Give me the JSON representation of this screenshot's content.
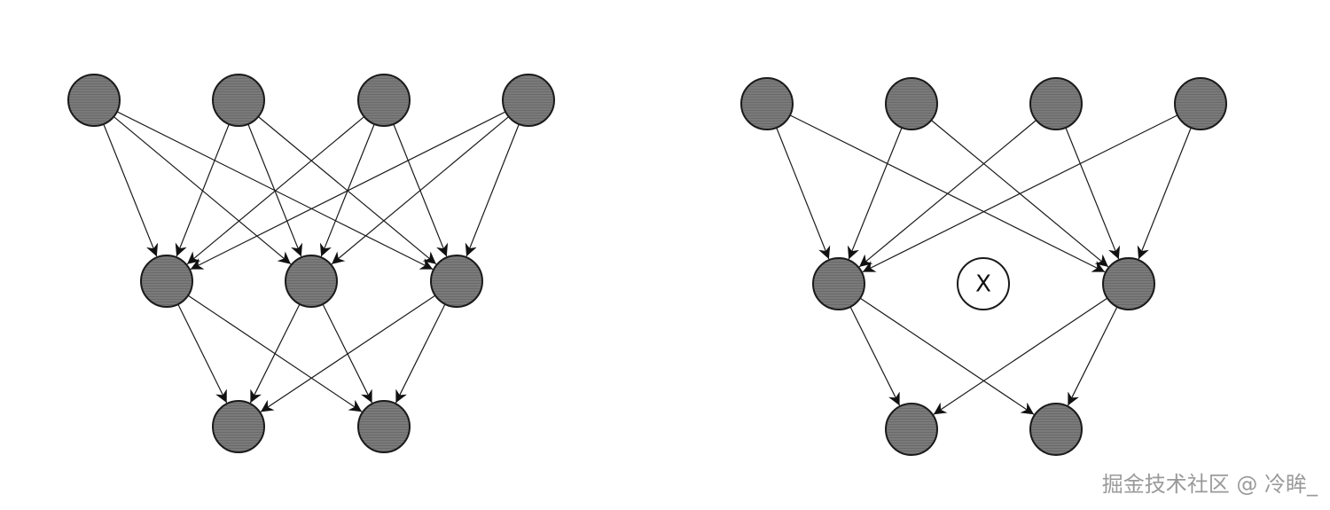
{
  "diagrams": [
    {
      "id": "full-network",
      "layers": [
        [
          {
            "id": "in1"
          },
          {
            "id": "in2"
          },
          {
            "id": "in3"
          },
          {
            "id": "in4"
          }
        ],
        [
          {
            "id": "h1"
          },
          {
            "id": "h2"
          },
          {
            "id": "h3"
          }
        ],
        [
          {
            "id": "out1"
          },
          {
            "id": "out2"
          }
        ]
      ]
    },
    {
      "id": "dropout-network",
      "layers": [
        [
          {
            "id": "in1"
          },
          {
            "id": "in2"
          },
          {
            "id": "in3"
          },
          {
            "id": "in4"
          }
        ],
        [
          {
            "id": "h1"
          },
          {
            "id": "h2",
            "dropped": true,
            "label": "X"
          },
          {
            "id": "h3"
          }
        ],
        [
          {
            "id": "out1"
          },
          {
            "id": "out2"
          }
        ]
      ]
    }
  ],
  "watermark": "掘金技术社区 @ 冷眸_"
}
